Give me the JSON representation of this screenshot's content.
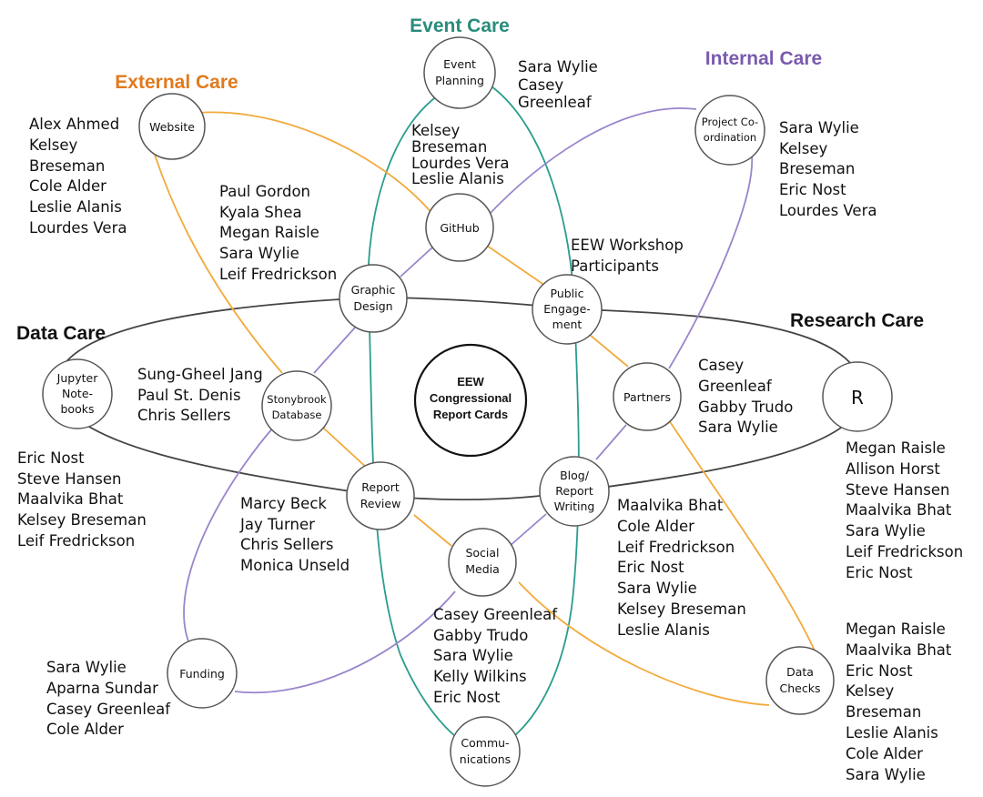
{
  "colors": {
    "external": "#E07A1F",
    "event": "#2A8C7C",
    "internal": "#7A5BAE",
    "data_orbit": "#444444",
    "edge_orange": "#F2AA3C",
    "edge_purple": "#9A85CC",
    "edge_teal": "#2A9D8F"
  },
  "categories": {
    "event": "Event Care",
    "internal": "Internal Care",
    "external": "External Care",
    "data": "Data Care",
    "research": "Research Care"
  },
  "center": [
    "EEW",
    "Congressional",
    "Report Cards"
  ],
  "nodes": {
    "event_planning": [
      "Event",
      "Planning"
    ],
    "website": [
      "Website"
    ],
    "project_coordination": [
      "Project Co-",
      "ordination"
    ],
    "github": [
      "GitHub"
    ],
    "graphic_design": [
      "Graphic",
      "Design"
    ],
    "public_engagement": [
      "Public",
      "Engage-",
      "ment"
    ],
    "jupyter": [
      "Jupyter",
      "Note-",
      "books"
    ],
    "stonybrook": [
      "Stonybrook",
      "Database"
    ],
    "partners": [
      "Partners"
    ],
    "r": [
      "R"
    ],
    "report_review": [
      "Report",
      "Review"
    ],
    "blog": [
      "Blog/",
      "Report",
      "Writing"
    ],
    "social_media": [
      "Social",
      "Media"
    ],
    "funding": [
      "Funding"
    ],
    "data_checks": [
      "Data",
      "Checks"
    ],
    "communications": [
      "Commu-",
      "nications"
    ]
  },
  "people": {
    "event_planning": [
      "Sara Wylie",
      "Casey",
      "Greenleaf"
    ],
    "event_team": [
      "Kelsey",
      "Breseman",
      "Lourdes Vera",
      "Leslie Alanis"
    ],
    "project_coordination": [
      "Sara Wylie",
      "Kelsey",
      "Breseman",
      "Eric Nost",
      "Lourdes Vera"
    ],
    "website": [
      "Alex Ahmed",
      "Kelsey",
      "Breseman",
      "Cole Alder",
      "Leslie Alanis",
      "Lourdes Vera"
    ],
    "graphic_design": [
      "Paul Gordon",
      "Kyala Shea",
      "Megan Raisle",
      "Sara Wylie",
      "Leif Fredrickson"
    ],
    "public_engagement": [
      "EEW Workshop",
      "Participants"
    ],
    "stonybrook": [
      "Sung-Gheel Jang",
      "Paul St. Denis",
      "Chris Sellers"
    ],
    "partners": [
      "Casey",
      "Greenleaf",
      "Gabby Trudo",
      "Sara Wylie"
    ],
    "jupyter": [
      "Eric Nost",
      "Steve Hansen",
      "Maalvika Bhat",
      "Kelsey Breseman",
      "Leif Fredrickson"
    ],
    "report_review": [
      "Marcy Beck",
      "Jay Turner",
      "Chris Sellers",
      "Monica Unseld"
    ],
    "r": [
      "Megan Raisle",
      "Allison Horst",
      "Steve Hansen",
      "Maalvika Bhat",
      "Sara Wylie",
      "Leif Fredrickson",
      "Eric Nost"
    ],
    "blog": [
      "Maalvika Bhat",
      "Cole Alder",
      "Leif Fredrickson",
      "Eric Nost",
      "Sara Wylie",
      "Kelsey Breseman",
      "Leslie Alanis"
    ],
    "social_media": [
      "Casey Greenleaf",
      "Gabby Trudo",
      "Sara Wylie",
      "Kelly Wilkins",
      "Eric Nost"
    ],
    "funding": [
      "Sara Wylie",
      "Aparna Sundar",
      "Casey Greenleaf",
      "Cole Alder"
    ],
    "data_checks": [
      "Megan Raisle",
      "Maalvika Bhat",
      "Eric Nost",
      "Kelsey",
      "Breseman",
      "Leslie Alanis",
      "Cole Alder",
      "Sara Wylie"
    ]
  }
}
